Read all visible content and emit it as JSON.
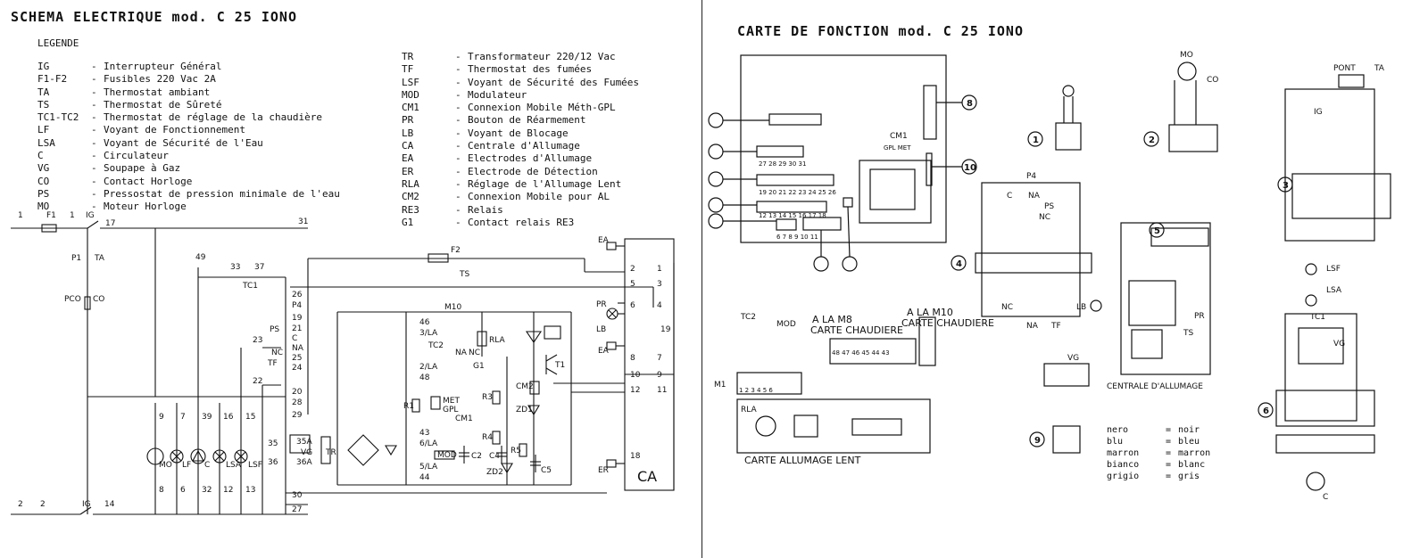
{
  "left": {
    "title": "SCHEMA  ELECTRIQUE mod. C 25 IONO",
    "legend_title": "LEGENDE",
    "legend_col1": [
      {
        "code": "IG",
        "desc": "Interrupteur Général"
      },
      {
        "code": "F1-F2",
        "desc": "Fusibles 220 Vac 2A"
      },
      {
        "code": "TA",
        "desc": "Thermostat ambiant"
      },
      {
        "code": "TS",
        "desc": "Thermostat de Sûreté"
      },
      {
        "code": "TC1-TC2",
        "desc": "Thermostat de réglage de la chaudière"
      },
      {
        "code": "LF",
        "desc": "Voyant de Fonctionnement"
      },
      {
        "code": "LSA",
        "desc": "Voyant de Sécurité de l'Eau"
      },
      {
        "code": "C",
        "desc": "Circulateur"
      },
      {
        "code": "VG",
        "desc": "Soupape à Gaz"
      },
      {
        "code": "CO",
        "desc": "Contact Horloge"
      },
      {
        "code": "PS",
        "desc": "Pressostat de pression minimale de l'eau"
      },
      {
        "code": "MO",
        "desc": "Moteur Horloge"
      }
    ],
    "legend_col2": [
      {
        "code": "TR",
        "desc": "Transformateur 220/12 Vac"
      },
      {
        "code": "TF",
        "desc": "Thermostat des fumées"
      },
      {
        "code": "LSF",
        "desc": "Voyant de Sécurité des Fumées"
      },
      {
        "code": "MOD",
        "desc": "Modulateur"
      },
      {
        "code": "CM1",
        "desc": "Connexion Mobile Méth-GPL"
      },
      {
        "code": "PR",
        "desc": "Bouton de Réarmement"
      },
      {
        "code": "LB",
        "desc": "Voyant de Blocage"
      },
      {
        "code": "CA",
        "desc": "Centrale d'Allumage"
      },
      {
        "code": "EA",
        "desc": "Electrodes d'Allumage"
      },
      {
        "code": "ER",
        "desc": "Electrode de Détection"
      },
      {
        "code": "RLA",
        "desc": "Réglage de l'Allumage Lent"
      },
      {
        "code": "CM2",
        "desc": "Connexion Mobile pour AL"
      },
      {
        "code": "RE3",
        "desc": "Relais"
      },
      {
        "code": "G1",
        "desc": "Contact relais RE3"
      }
    ],
    "dash": "-",
    "labels": {
      "ig": "IG",
      "f1": "F1",
      "p1": "P1",
      "ta": "TA",
      "pco": "PCO",
      "co": "CO",
      "tc1": "TC1",
      "p4": "P4",
      "ps": "PS",
      "c": "C",
      "nc": "NC",
      "na": "NA",
      "tf": "TF",
      "m10": "M10",
      "f2": "F2",
      "ts": "TS",
      "tc2": "TC2",
      "rla": "RLA",
      "g1": "G1",
      "r1": "R1",
      "r3": "R3",
      "r4": "R4",
      "r5": "R5",
      "cm1": "CM1",
      "cm2": "CM2",
      "met_gpl": "MET\nGPL",
      "mod": "MOD",
      "c2": "C2",
      "c4": "C4",
      "c5": "C5",
      "zd1": "ZD1",
      "zd2": "ZD2",
      "t1": "T1",
      "tr": "TR",
      "vg": "VG",
      "mo": "MO",
      "lf": "LF",
      "lsa": "LSA",
      "lsf": "LSF",
      "ea": "EA",
      "pr": "PR",
      "lb": "LB",
      "er": "ER",
      "ca": "CA",
      "n46": "46",
      "n3la": "3/LA",
      "n2la": "2/LA",
      "n48": "48",
      "n43": "43",
      "n6la": "6/LA",
      "n5la": "5/LA",
      "n44": "44",
      "n35a": "35A",
      "n36a": "36A",
      "n1": "1",
      "n2": "2",
      "n17": "17",
      "n31": "31",
      "n49": "49",
      "n33": "33",
      "n37": "37",
      "n26": "26",
      "n19": "19",
      "n21": "21",
      "n23": "23",
      "n25": "25",
      "n24": "24",
      "n22": "22",
      "n20": "20",
      "n28": "28",
      "n29": "29",
      "n30": "30",
      "n27": "27",
      "n9": "9",
      "n7": "7",
      "n39": "39",
      "n16": "16",
      "n15": "15",
      "n8": "8",
      "n6": "6",
      "n32": "32",
      "n12": "12",
      "n13": "13",
      "n14": "14",
      "n18": "18",
      "n10": "10",
      "n11": "11",
      "n5": "5",
      "n3": "3",
      "n4": "4",
      "n35": "35",
      "n36": "36"
    }
  },
  "right": {
    "title": "CARTE DE FONCTION mod. C 25 IONO",
    "board_labels": {
      "cm1": "CM1",
      "gpl_met": "GPL  MET",
      "p4": "P4",
      "m1": "M1",
      "tc2": "TC2",
      "mod": "MOD",
      "a_la_m8": "A LA M8",
      "carte_chaudiere_1": "CARTE  CHAUDIERE",
      "a_la_m10": "A LA M10",
      "carte_chaudiere_2": "CARTE  CHAUDIERE",
      "rla": "RLA",
      "carte_allumage_lent": "CARTE   ALLUMAGE LENT",
      "centrale_allumage": "CENTRALE D'ALLUMAGE",
      "mo": "MO",
      "co": "CO",
      "pont": "PONT",
      "ta": "TA",
      "ig": "IG",
      "lsf": "LSF",
      "lsa": "LSA",
      "tc1": "TC1",
      "vg": "VG",
      "c": "C",
      "ps": "PS",
      "nc": "NC",
      "na": "NA",
      "tf": "TF",
      "lb": "LB",
      "pr": "PR",
      "ts": "TS",
      "row_m6": "27  28 29 30 31",
      "row_m4": "19  20 21 22 23 24 25 26",
      "row_m3": "12  13 14 15 16 17 18",
      "row_m1": "1  2  3  4  5  6",
      "row_bot": "6  7   8  9 10 11",
      "row_m8": "48 47 46 45 44 43",
      "circ": [
        "1",
        "2",
        "3",
        "4",
        "5",
        "6",
        "8",
        "9",
        "10"
      ]
    },
    "color_key_title": "",
    "color_key": [
      {
        "it": "nero",
        "fr": "noir"
      },
      {
        "it": "blu",
        "fr": "bleu"
      },
      {
        "it": "marron",
        "fr": "marron"
      },
      {
        "it": "bianco",
        "fr": "blanc"
      },
      {
        "it": "grigio",
        "fr": "gris"
      }
    ],
    "eq": "="
  }
}
